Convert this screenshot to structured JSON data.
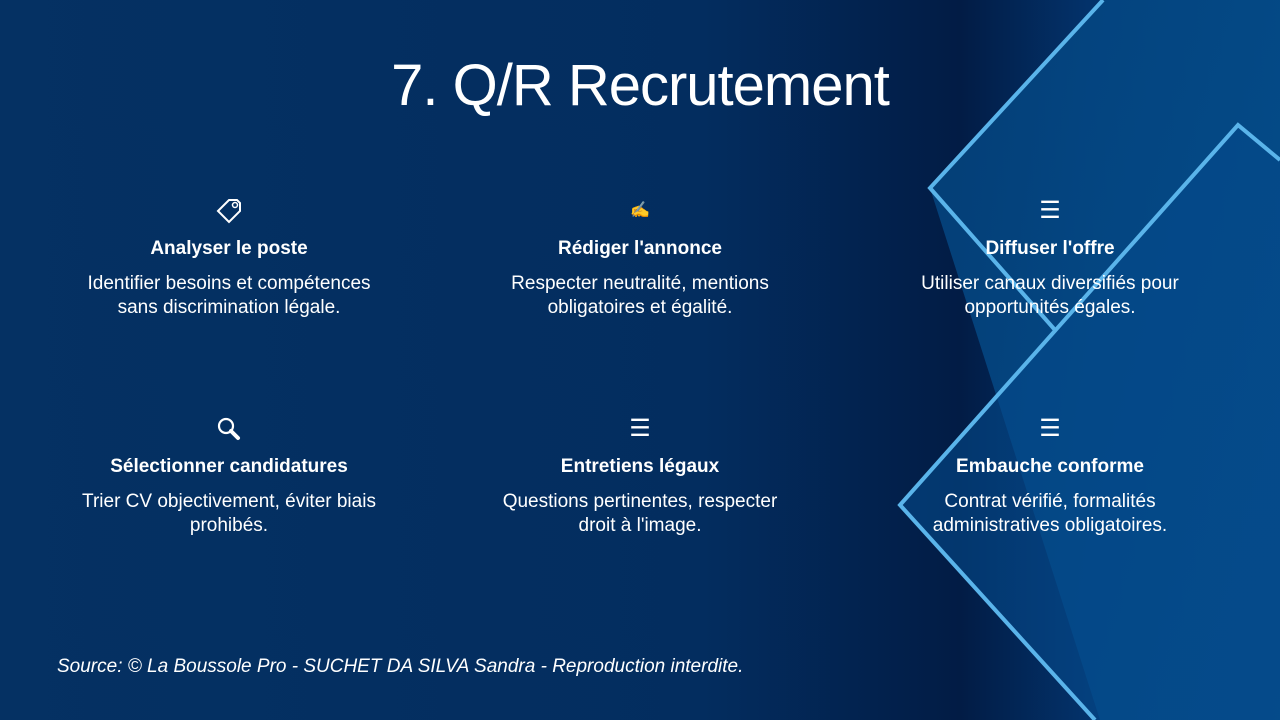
{
  "title": "7. Q/R Recrutement",
  "cards": [
    {
      "icon": "tag-icon",
      "title": "Analyser le poste",
      "desc": "Identifier besoins et compétences sans discrimination légale."
    },
    {
      "icon": "writing-hand-icon",
      "glyph": "✍",
      "title": "Rédiger l'annonce",
      "desc": "Respecter neutralité, mentions obligatoires et égalité."
    },
    {
      "icon": "list-icon",
      "glyph": "☰",
      "title": "Diffuser l'offre",
      "desc": "Utiliser canaux diversifiés pour opportunités égales."
    },
    {
      "icon": "magnifier-icon",
      "title": "Sélectionner candidatures",
      "desc": "Trier CV objectivement, éviter biais prohibés."
    },
    {
      "icon": "list-icon",
      "glyph": "☰",
      "title": "Entretiens légaux",
      "desc": "Questions pertinentes, respecter droit à l'image."
    },
    {
      "icon": "list-icon",
      "glyph": "☰",
      "title": "Embauche conforme",
      "desc": "Contrat vérifié, formalités administratives obligatoires."
    }
  ],
  "source": "Source: © La Boussole Pro - SUCHET DA SILVA Sandra - Reproduction interdite."
}
